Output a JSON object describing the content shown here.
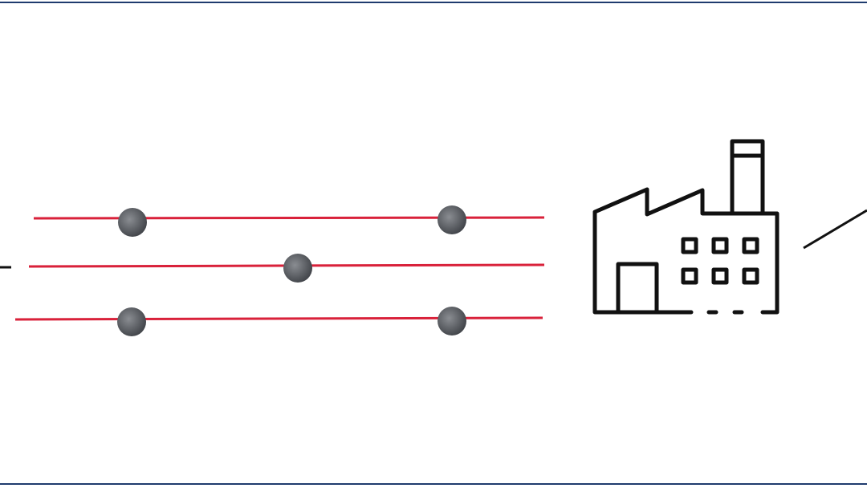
{
  "colors": {
    "frame": "#1f3b6e",
    "wire": "#d9213a",
    "bead": "#5a5d63",
    "icon": "#111111"
  },
  "diagram": {
    "wires": [
      {
        "beads": 2
      },
      {
        "beads": 1
      },
      {
        "beads": 2
      }
    ],
    "icons": [
      "factory-icon"
    ]
  }
}
